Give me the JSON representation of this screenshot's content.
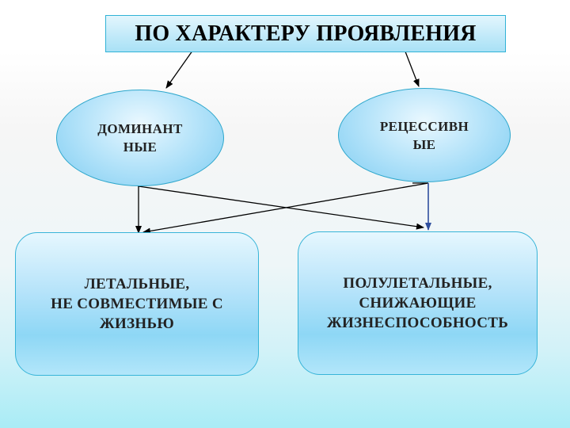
{
  "title": "ПО ХАРАКТЕРУ ПРОЯВЛЕНИЯ",
  "nodes": {
    "dominant": {
      "lines": [
        "ДОМИНАНТ",
        "НЫЕ"
      ]
    },
    "recessive": {
      "lines": [
        "РЕЦЕССИВН",
        "ЫЕ"
      ]
    },
    "lethal": {
      "lines": [
        "ЛЕТАЛЬНЫЕ,",
        "НЕ СОВМЕСТИМЫЕ С",
        "ЖИЗНЬЮ"
      ]
    },
    "semilethal": {
      "lines": [
        "ПОЛУЛЕТАЛЬНЫЕ,",
        "СНИЖАЮЩИЕ",
        "ЖИЗНЕСПОСОБНОСТЬ"
      ]
    }
  },
  "colors": {
    "box_border": "#31b2d6",
    "arrow": "#000000",
    "arrow_blue": "#2f4f9e"
  }
}
